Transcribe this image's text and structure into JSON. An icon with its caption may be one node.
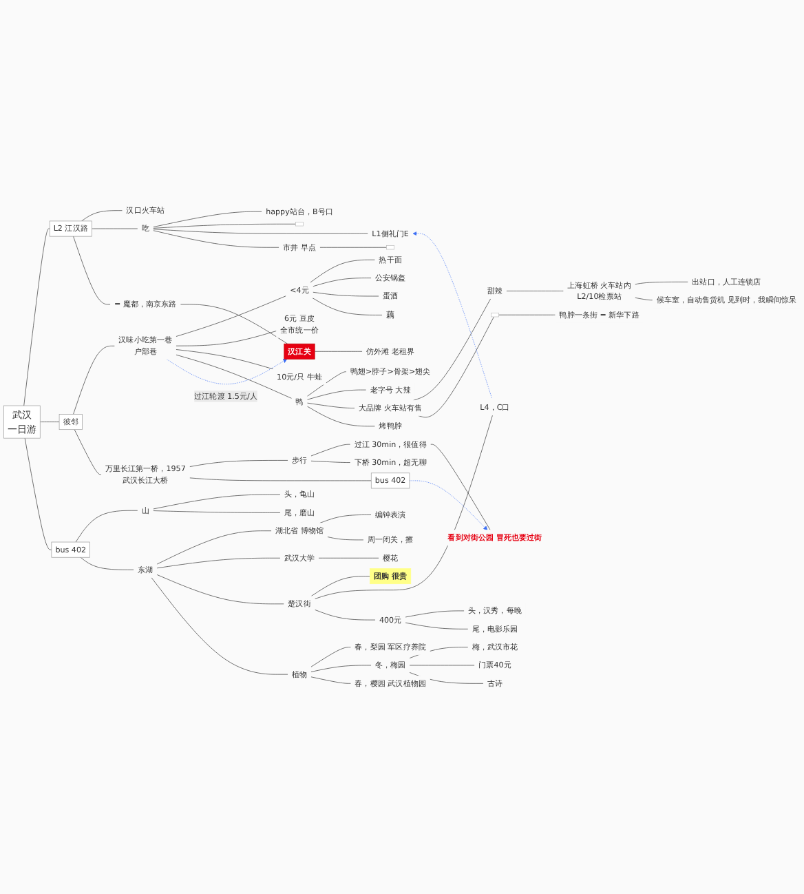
{
  "diagram": {
    "nodes": [
      {
        "text": [
          "武汉",
          "一日游"
        ]
      },
      {
        "text": [
          "L2 江汉路"
        ]
      },
      {
        "text": [
          "汉口火车站"
        ]
      },
      {
        "text": [
          "吃"
        ]
      },
      {
        "text": [
          "happy站台，B号口"
        ]
      },
      {
        "text": [],
        "shape": "box"
      },
      {
        "text": [
          "L1侧礼门E"
        ]
      },
      {
        "text": [
          "市井 早点"
        ]
      },
      {
        "text": [],
        "shape": "box"
      },
      {
        "text": [
          "= 魔都，南京东路"
        ]
      },
      {
        "text": [
          "汉江关"
        ]
      },
      {
        "text": [
          "仿外滩 老租界"
        ]
      },
      {
        "text": [
          "彼邻"
        ]
      },
      {
        "text": [
          "汉味小吃第一巷",
          "户部巷"
        ]
      },
      {
        "text": [
          "<4元"
        ]
      },
      {
        "text": [
          "热干面"
        ]
      },
      {
        "text": [
          "公安锅盔"
        ]
      },
      {
        "text": [
          "蛋酒"
        ]
      },
      {
        "text": [
          "藕"
        ]
      },
      {
        "text": [
          "6元 豆皮",
          "全市统一价"
        ]
      },
      {
        "text": [
          "10元/只 牛蛙"
        ]
      },
      {
        "text": [
          "鸭"
        ]
      },
      {
        "text": [
          "鸭翅>脖子>骨架>翅尖"
        ]
      },
      {
        "text": [
          "老字号 大辣"
        ]
      },
      {
        "text": [
          "大品牌 火车站有售"
        ]
      },
      {
        "text": [
          "甜辣"
        ]
      },
      {
        "text": [
          "上海虹桥 火车站内",
          "L2/10检票站"
        ]
      },
      {
        "text": [
          "出站口，人工连锁店"
        ]
      },
      {
        "text": [
          "候车室，自动售货机 见到时，我瞬间惊呆"
        ]
      },
      {
        "text": [],
        "shape": "box"
      },
      {
        "text": [
          "鸭脖一条街 = 新华下路"
        ]
      },
      {
        "text": [
          "烤鸭脖"
        ]
      },
      {
        "text": [
          "万里长江第一桥，1957",
          "武汉长江大桥"
        ]
      },
      {
        "text": [
          "步行"
        ]
      },
      {
        "text": [
          "过江 30min，很值得"
        ]
      },
      {
        "text": [
          "下桥 30min，超无聊"
        ]
      },
      {
        "text": [
          "看到对街公园 冒死也要过街"
        ]
      },
      {
        "text": [
          "bus 402"
        ]
      },
      {
        "text": [
          "bus 402"
        ]
      },
      {
        "text": [
          "山"
        ]
      },
      {
        "text": [
          "头，龟山"
        ]
      },
      {
        "text": [
          "尾，磨山"
        ]
      },
      {
        "text": [
          "东湖"
        ]
      },
      {
        "text": [
          "湖北省 博物馆"
        ]
      },
      {
        "text": [
          "编钟表演"
        ]
      },
      {
        "text": [
          "周一闭关，擦"
        ]
      },
      {
        "text": [
          "武汉大学"
        ]
      },
      {
        "text": [
          "樱花"
        ]
      },
      {
        "text": [
          "楚汉街"
        ]
      },
      {
        "text": [
          "团购 很贵"
        ]
      },
      {
        "text": [
          "L4，C口"
        ]
      },
      {
        "text": [
          "400元"
        ]
      },
      {
        "text": [
          "头，汉秀，每晚"
        ]
      },
      {
        "text": [
          "尾，电影乐园"
        ]
      },
      {
        "text": [
          "植物"
        ]
      },
      {
        "text": [
          "春，梨园 军区疗养院"
        ]
      },
      {
        "text": [
          "冬，梅园"
        ]
      },
      {
        "text": [
          "梅，武汉市花"
        ]
      },
      {
        "text": [
          "门票40元"
        ]
      },
      {
        "text": [
          "古诗"
        ]
      },
      {
        "text": [
          "春，樱园 武汉植物园"
        ]
      }
    ],
    "edges": [
      {
        "from": 0,
        "to": 1,
        "arrow": "none"
      },
      {
        "from": 1,
        "to": 2,
        "arrow": "none"
      },
      {
        "from": 1,
        "to": 3,
        "arrow": "none"
      },
      {
        "from": 3,
        "to": 4,
        "arrow": "none"
      },
      {
        "from": 3,
        "to": 5,
        "arrow": "none"
      },
      {
        "from": 3,
        "to": 6,
        "arrow": "none"
      },
      {
        "from": 3,
        "to": 7,
        "arrow": "none"
      },
      {
        "from": 7,
        "to": 8,
        "arrow": "none"
      },
      {
        "from": 1,
        "to": 9,
        "arrow": "none"
      },
      {
        "from": 9,
        "to": 10,
        "arrow": "none"
      },
      {
        "from": 10,
        "to": 11,
        "arrow": "none"
      },
      {
        "from": 0,
        "to": 12,
        "arrow": "none"
      },
      {
        "from": 12,
        "to": 13,
        "arrow": "none"
      },
      {
        "from": 13,
        "to": 14,
        "arrow": "none"
      },
      {
        "from": 14,
        "to": 15,
        "arrow": "none"
      },
      {
        "from": 14,
        "to": 16,
        "arrow": "none"
      },
      {
        "from": 14,
        "to": 17,
        "arrow": "none"
      },
      {
        "from": 14,
        "to": 18,
        "arrow": "none"
      },
      {
        "from": 13,
        "to": 19,
        "arrow": "none"
      },
      {
        "from": 13,
        "to": 20,
        "arrow": "none"
      },
      {
        "from": 13,
        "to": 21,
        "arrow": "none"
      },
      {
        "from": 21,
        "to": 22,
        "arrow": "none"
      },
      {
        "from": 21,
        "to": 23,
        "arrow": "none"
      },
      {
        "from": 21,
        "to": 24,
        "arrow": "none"
      },
      {
        "from": 24,
        "to": 25,
        "arrow": "none"
      },
      {
        "from": 25,
        "to": 26,
        "arrow": "none"
      },
      {
        "from": 26,
        "to": 27,
        "arrow": "none"
      },
      {
        "from": 26,
        "to": 28,
        "arrow": "none"
      },
      {
        "from": 24,
        "to": 29,
        "arrow": "none"
      },
      {
        "from": 29,
        "to": 30,
        "arrow": "none"
      },
      {
        "from": 21,
        "to": 31,
        "arrow": "none"
      },
      {
        "from": 12,
        "to": 32,
        "arrow": "none"
      },
      {
        "from": 32,
        "to": 33,
        "arrow": "none"
      },
      {
        "from": 33,
        "to": 34,
        "arrow": "none"
      },
      {
        "from": 33,
        "to": 35,
        "arrow": "none"
      },
      {
        "from": 34,
        "to": 36,
        "arrow": "none"
      },
      {
        "from": 32,
        "to": 37,
        "arrow": "none"
      },
      {
        "from": 0,
        "to": 38,
        "arrow": "none"
      },
      {
        "from": 38,
        "to": 39,
        "arrow": "none"
      },
      {
        "from": 39,
        "to": 40,
        "arrow": "none"
      },
      {
        "from": 39,
        "to": 41,
        "arrow": "none"
      },
      {
        "from": 38,
        "to": 42,
        "arrow": "none"
      },
      {
        "from": 42,
        "to": 43,
        "arrow": "none"
      },
      {
        "from": 43,
        "to": 44,
        "arrow": "none"
      },
      {
        "from": 43,
        "to": 45,
        "arrow": "none"
      },
      {
        "from": 42,
        "to": 46,
        "arrow": "none"
      },
      {
        "from": 46,
        "to": 47,
        "arrow": "none"
      },
      {
        "from": 42,
        "to": 48,
        "arrow": "none"
      },
      {
        "from": 48,
        "to": 49,
        "arrow": "none"
      },
      {
        "from": 48,
        "to": 50,
        "arrow": "none"
      },
      {
        "from": 48,
        "to": 51,
        "arrow": "none"
      },
      {
        "from": 51,
        "to": 52,
        "arrow": "none"
      },
      {
        "from": 51,
        "to": 53,
        "arrow": "none"
      },
      {
        "from": 42,
        "to": 54,
        "arrow": "none"
      },
      {
        "from": 54,
        "to": 55,
        "arrow": "none"
      },
      {
        "from": 54,
        "to": 56,
        "arrow": "none"
      },
      {
        "from": 56,
        "to": 57,
        "arrow": "none"
      },
      {
        "from": 56,
        "to": 58,
        "arrow": "none"
      },
      {
        "from": 56,
        "to": 59,
        "arrow": "none"
      },
      {
        "from": 54,
        "to": 60,
        "arrow": "none"
      },
      {
        "from": 13,
        "to": 10,
        "arrow": "to",
        "label": "过江轮渡 1.5元/人",
        "style": "dashed",
        "color": "#3b6ef5"
      },
      {
        "from": 37,
        "to": 36,
        "arrow": "to",
        "style": "dashed",
        "color": "#3b6ef5"
      },
      {
        "from": 50,
        "to": 6,
        "arrow": "to",
        "style": "dashed",
        "color": "#3b6ef5"
      }
    ]
  }
}
